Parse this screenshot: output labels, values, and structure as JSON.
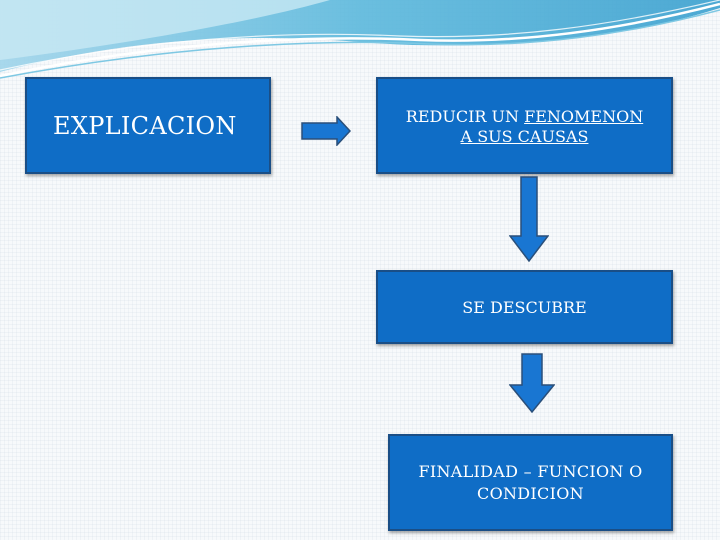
{
  "slide": {
    "background": "#f7f9fb",
    "accent": "#0f6dc6",
    "border": "#1a4e86",
    "arrow_fill": "#1976d2",
    "arrow_stroke": "#2a4f7a"
  },
  "boxes": {
    "explicacion": "EXPLICACION",
    "reducir_line1_plain": "REDUCIR UN ",
    "reducir_line1_underlined": "FENOMENON",
    "reducir_line2": "A SUS CAUSAS",
    "descubre": "SE DESCUBRE",
    "finalidad_line1": "FINALIDAD – FUNCION O",
    "finalidad_line2": "CONDICION"
  },
  "arrows": [
    {
      "direction": "right",
      "from": "explicacion",
      "to": "reducir"
    },
    {
      "direction": "down",
      "from": "reducir",
      "to": "descubre"
    },
    {
      "direction": "down",
      "from": "descubre",
      "to": "finalidad"
    }
  ]
}
